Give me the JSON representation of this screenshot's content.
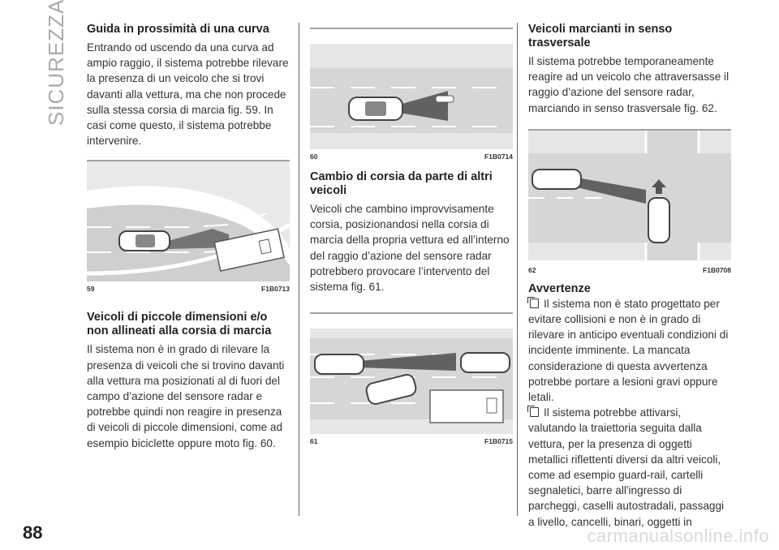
{
  "section": "SICUREZZA",
  "page_number": "88",
  "col1": {
    "heading1": "Guida in prossimità di una curva",
    "para1": "Entrando od uscendo da una curva ad ampio raggio, il sistema potrebbe rilevare la presenza di un veicolo che si trovi davanti alla vettura, ma che non procede sulla stessa corsia di marcia fig. 59. In casi come questo, il sistema potrebbe intervenire.",
    "fig_num": "59",
    "fig_code": "F1B0713",
    "heading2": "Veicoli di piccole dimensioni e/o non allineati alla corsia di marcia",
    "para2": "Il sistema non è in grado di rilevare la presenza di veicoli che si trovino davanti alla vettura ma posizionati al di fuori del campo d’azione del sensore radar e potrebbe quindi non reagire in presenza di veicoli di piccole dimensioni, come ad esempio biciclette oppure moto fig. 60."
  },
  "col2": {
    "fig60_num": "60",
    "fig60_code": "F1B0714",
    "heading": "Cambio di corsia da parte di altri veicoli",
    "para": "Veicoli che cambino improvvisamente corsia, posizionandosi nella corsia di marcia della propria vettura ed all’interno del raggio d’azione del sensore radar potrebbero provocare l’intervento del sistema fig. 61.",
    "fig61_num": "61",
    "fig61_code": "F1B0715"
  },
  "col3": {
    "heading": "Veicoli marcianti in senso trasversale",
    "para": "Il sistema potrebbe temporaneamente reagire ad un veicolo che attraversasse il raggio d’azione del sensore radar, marciando in senso trasversale fig. 62.",
    "fig_num": "62",
    "fig_code": "F1B0708",
    "warn_heading": "Avvertenze",
    "warn1": "Il sistema non è stato progettato per evitare collisioni e non è in grado di rilevare in anticipo eventuali condizioni di incidente imminente. La mancata considerazione di questa avvertenza potrebbe portare a lesioni gravi oppure letali.",
    "warn2": "Il sistema potrebbe attivarsi, valutando la traiettoria seguita dalla vettura, per la presenza di oggetti metallici riflettenti diversi da altri veicoli, come ad esempio guard-rail, cartelli segnaletici, barre all'ingresso di parcheggi, caselli autostradali, passaggi a livello, cancelli, binari, oggetti in"
  },
  "watermark": "carmanualsonline.info"
}
